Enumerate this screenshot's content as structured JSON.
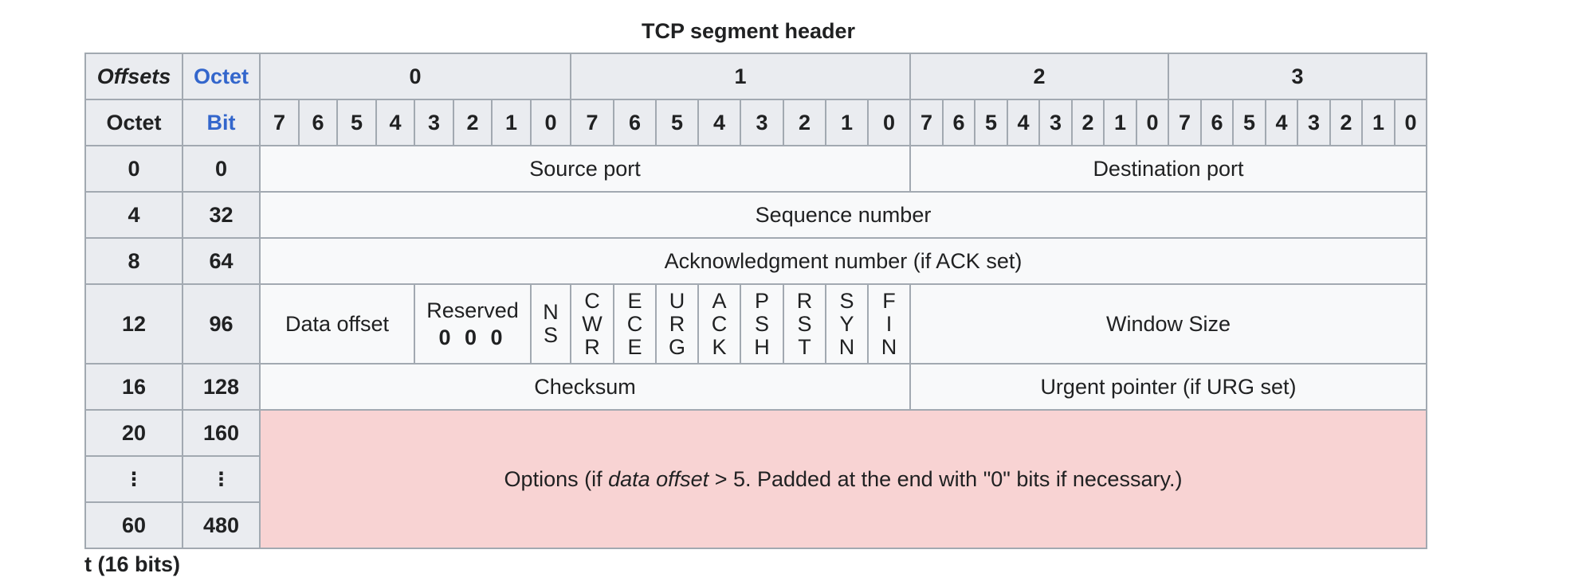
{
  "caption": "TCP segment header",
  "header": {
    "offsets": "Offsets",
    "octet_top": "Octet",
    "octet_left": "Octet",
    "bit": "Bit",
    "octets": [
      "0",
      "1",
      "2",
      "3"
    ],
    "bit_labels": [
      "7",
      "6",
      "5",
      "4",
      "3",
      "2",
      "1",
      "0"
    ]
  },
  "rows": [
    {
      "octet": "0",
      "bit": "0"
    },
    {
      "octet": "4",
      "bit": "32"
    },
    {
      "octet": "8",
      "bit": "64"
    },
    {
      "octet": "12",
      "bit": "96"
    },
    {
      "octet": "16",
      "bit": "128"
    },
    {
      "octet": "20",
      "bit": "160"
    },
    {
      "octet": "⋮",
      "bit": "⋮"
    },
    {
      "octet": "60",
      "bit": "480"
    }
  ],
  "fields": {
    "source_port": "Source port",
    "destination_port": "Destination port",
    "sequence_number": "Sequence number",
    "ack_number": "Acknowledgment number (if ACK set)",
    "data_offset": "Data offset",
    "reserved": "Reserved",
    "reserved_bits": "0 0 0",
    "flags": [
      {
        "name": "NS",
        "letters": "N\nS"
      },
      {
        "name": "CWR",
        "letters": "C\nW\nR"
      },
      {
        "name": "ECE",
        "letters": "E\nC\nE"
      },
      {
        "name": "URG",
        "letters": "U\nR\nG"
      },
      {
        "name": "ACK",
        "letters": "A\nC\nK"
      },
      {
        "name": "PSH",
        "letters": "P\nS\nH"
      },
      {
        "name": "RST",
        "letters": "R\nS\nT"
      },
      {
        "name": "SYN",
        "letters": "S\nY\nN"
      },
      {
        "name": "FIN",
        "letters": "F\nI\nN"
      }
    ],
    "window_size": "Window Size",
    "checksum": "Checksum",
    "urgent_pointer": "Urgent pointer (if URG set)",
    "options_prefix": "Options (if ",
    "options_italic": "data offset",
    "options_suffix": " > 5. Padded at the end with \"0\" bits if necessary.)"
  },
  "footer_partial": "t (16 bits)"
}
